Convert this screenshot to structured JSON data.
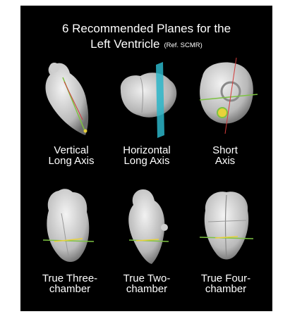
{
  "title": {
    "line1": "6 Recommended Planes for the",
    "line2": "Left Ventricle",
    "ref": "(Ref. SCMR)"
  },
  "views": [
    {
      "name": "vertical-long-axis-view",
      "line1": "Vertical",
      "line2": "Long Axis"
    },
    {
      "name": "horizontal-long-axis-view",
      "line1": "Horizontal",
      "line2": "Long Axis"
    },
    {
      "name": "short-axis-view",
      "line1": "Short",
      "line2": "Axis"
    },
    {
      "name": "true-three-chamber-view",
      "line1": "True Three-",
      "line2": "chamber"
    },
    {
      "name": "true-two-chamber-view",
      "line1": "True Two-",
      "line2": "chamber"
    },
    {
      "name": "true-four-chamber-view",
      "line1": "True Four-",
      "line2": "chamber"
    }
  ],
  "colors": {
    "background": "#000000",
    "text": "#ffffff",
    "heart": "#d9d9d9",
    "plane_cyan": "#2bb5c8",
    "axis_green": "#7cc242",
    "axis_yellow": "#e8d23a",
    "axis_red": "#d23b3b"
  }
}
